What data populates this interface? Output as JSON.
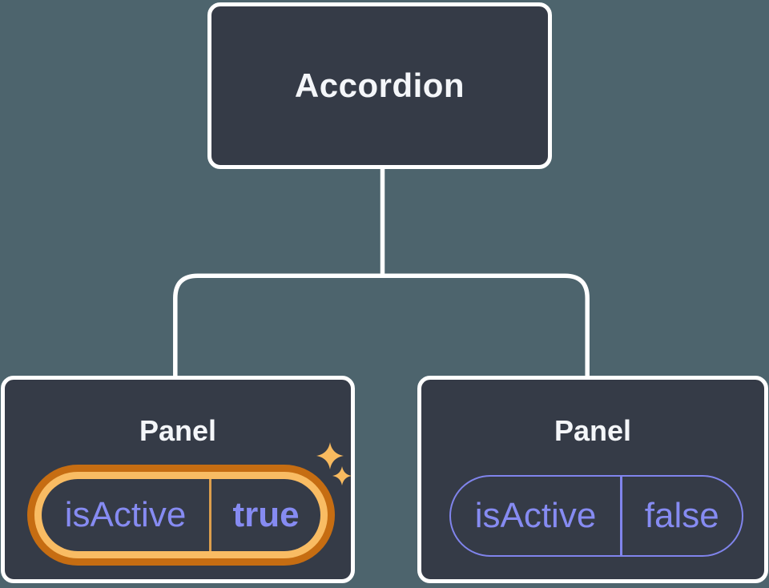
{
  "diagram_type": "component-tree",
  "root_node": {
    "label": "Accordion"
  },
  "child_nodes": [
    {
      "label": "Panel",
      "state": {
        "key": "isActive",
        "value": "true",
        "highlighted": true
      }
    },
    {
      "label": "Panel",
      "state": {
        "key": "isActive",
        "value": "false",
        "highlighted": false
      }
    }
  ],
  "icons": {
    "sparkle_large": "sparkle-icon",
    "sparkle_small": "sparkle-icon"
  },
  "colors": {
    "background": "#4d646d",
    "node_fill": "#353b47",
    "node_border": "#ffffff",
    "connector": "#ffffff",
    "label_text": "#f4f6f9",
    "state_text": "#868bf2",
    "state_pill_border": "#8084ec",
    "highlight_ring_outer": "#c66d12",
    "highlight_ring_inner": "#f9bc63",
    "highlight_divider": "#dd9e4d",
    "sparkle": "#f8ba5f"
  }
}
